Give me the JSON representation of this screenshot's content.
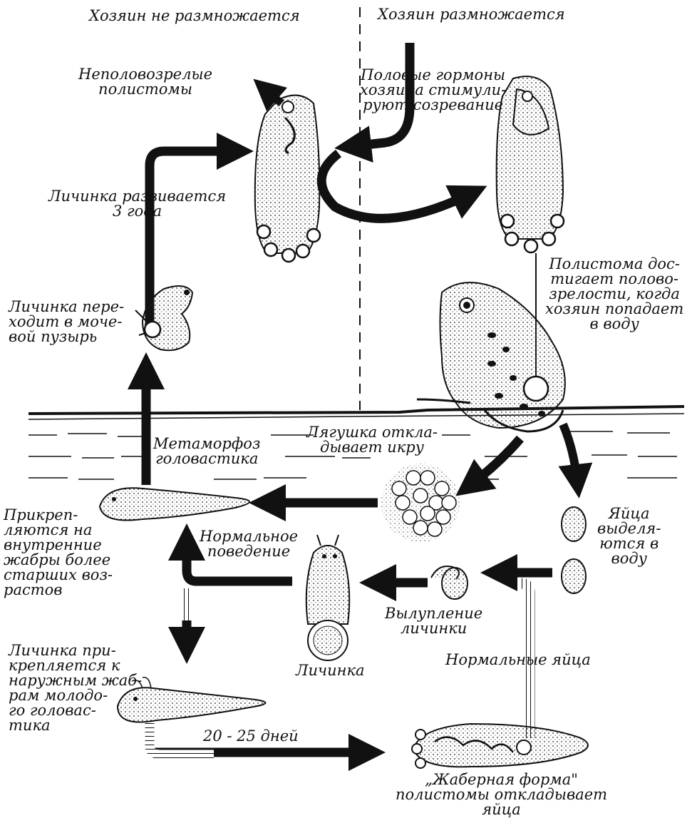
{
  "header": {
    "left": "Хозяин не размножается",
    "right": "Хозяин размножается"
  },
  "labels": {
    "immature": "Неполовозрелые\nполистомы",
    "hormones": "Половые гормоны\nхозяина стимули-\nруют созревание",
    "develops": "Личинка развивается\n3 года",
    "to_bladder": "Личинка пере-\nходит в моче-\nвой пузырь",
    "mature": "Полистома дос-\nтигает полово-\nзрелости, когда\nхозяин попадает\nв воду",
    "metamorphosis": "Метаморфоз\nголовастика",
    "spawn": "Лягушка откла-\nдывает икру",
    "internal_gills": "Прикреп-\nляются на\nвнутренние\nжабры более\nстарших воз-\nрастов",
    "normal_behavior": "Нормальное\nповедение",
    "eggs_released": "Яйца\nвыделя-\nются в\nводу",
    "hatching": "Вылупление\nличинки",
    "larva": "Личинка",
    "normal_eggs": "Нормальные яйца",
    "external_gills": "Личинка при-\nкрепляется к\nнаружным жаб-\nрам молодо-\nго головас-\nтика",
    "days": "20 - 25 дней",
    "gill_form": "„Жаберная форма\"\nполистомы откладывает\nяйца"
  },
  "colors": {
    "ink": "#111111",
    "paper": "#ffffff"
  }
}
